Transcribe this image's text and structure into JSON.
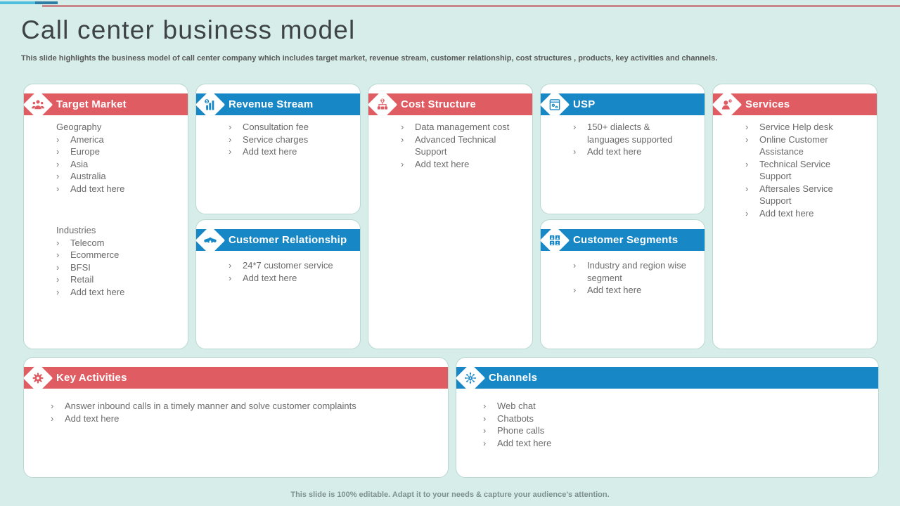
{
  "slide": {
    "title": "Call center business model",
    "subtitle": "This slide highlights the business model of call center company which includes target market, revenue stream, customer relationship, cost structures , products, key activities and channels.",
    "footer": "This slide is 100% editable. Adapt it to your needs & capture your audience's attention."
  },
  "bullet_glyph": "›",
  "colors": {
    "red": "#E05C63",
    "blue": "#1787C6",
    "background": "#D6EDE9",
    "accent-cyan": "#4FBEDF",
    "accent-darkblue": "#2E7DA5",
    "accent-redline": "#C9868B",
    "body-text": "#6B6B6B",
    "title-text": "#3E4446"
  },
  "cards": [
    {
      "name": "target-market",
      "title": "Target Market",
      "color": "red",
      "icon": "audience-icon",
      "blocks": [
        {
          "heading": "Geography",
          "items": [
            "America",
            "Europe",
            "Asia",
            "Australia",
            "Add text here"
          ]
        },
        {
          "heading": "Industries",
          "items": [
            "Telecom",
            "Ecommerce",
            "BFSI",
            "Retail",
            "Add text here"
          ]
        }
      ]
    },
    {
      "name": "revenue-stream",
      "title": "Revenue Stream",
      "color": "blue",
      "icon": "revenue-chart-icon",
      "blocks": [
        {
          "heading": "",
          "items": [
            "Consultation fee",
            "Service charges",
            "Add text here"
          ]
        }
      ]
    },
    {
      "name": "cost-structure",
      "title": "Cost Structure",
      "color": "red",
      "icon": "cost-hierarchy-icon",
      "blocks": [
        {
          "heading": "",
          "items": [
            "Data management cost",
            "Advanced Technical Support",
            "Add text here"
          ]
        }
      ]
    },
    {
      "name": "usp",
      "title": "USP",
      "color": "blue",
      "icon": "machine-gears-icon",
      "blocks": [
        {
          "heading": "",
          "items": [
            "150+ dialects & languages supported",
            "Add text here"
          ]
        }
      ]
    },
    {
      "name": "services",
      "title": "Services",
      "color": "red",
      "icon": "support-person-icon",
      "blocks": [
        {
          "heading": "",
          "items": [
            "Service Help desk",
            "Online Customer Assistance",
            "Technical Service Support",
            "Aftersales Service Support",
            "Add text here"
          ]
        }
      ]
    },
    {
      "name": "customer-relationship",
      "title": "Customer Relationship",
      "color": "blue",
      "icon": "handshake-icon",
      "blocks": [
        {
          "heading": "",
          "items": [
            "24*7 customer service",
            "Add text here"
          ]
        }
      ]
    },
    {
      "name": "customer-segments",
      "title": "Customer Segments",
      "color": "blue",
      "icon": "segments-grid-icon",
      "blocks": [
        {
          "heading": "",
          "items": [
            "Industry and region wise segment",
            "Add text here"
          ]
        }
      ]
    },
    {
      "name": "key-activities",
      "title": "Key Activities",
      "color": "red",
      "icon": "gear-icon",
      "blocks": [
        {
          "heading": "",
          "items": [
            "Answer inbound calls in a timely manner and solve customer complaints",
            "Add text here"
          ]
        }
      ]
    },
    {
      "name": "channels",
      "title": "Channels",
      "color": "blue",
      "icon": "network-hub-icon",
      "blocks": [
        {
          "heading": "",
          "items": [
            "Web chat",
            "Chatbots",
            "Phone calls",
            "Add text here"
          ]
        }
      ]
    }
  ]
}
